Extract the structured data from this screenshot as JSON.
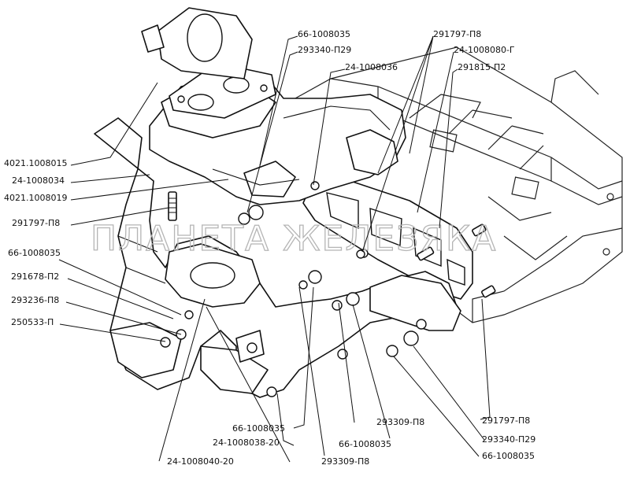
{
  "watermark": "ПЛАНЕТА ЖЕЛЕЗЯКА",
  "colors": {
    "line": "#111111",
    "background": "#ffffff",
    "watermark": "#b5b5b5"
  },
  "labels": [
    {
      "id": "l1",
      "text": "66-1008035"
    },
    {
      "id": "l2",
      "text": "291797-П8"
    },
    {
      "id": "l3",
      "text": "293340-П29"
    },
    {
      "id": "l4",
      "text": "24-1008080-Г"
    },
    {
      "id": "l5",
      "text": "24-1008036"
    },
    {
      "id": "l6",
      "text": "291815-П2"
    },
    {
      "id": "l7",
      "text": "4021.1008015"
    },
    {
      "id": "l8",
      "text": "24-1008034"
    },
    {
      "id": "l9",
      "text": "4021.1008019"
    },
    {
      "id": "l10",
      "text": "291797-П8"
    },
    {
      "id": "l11",
      "text": "66-1008035"
    },
    {
      "id": "l12",
      "text": "291678-П2"
    },
    {
      "id": "l13",
      "text": "293236-П8"
    },
    {
      "id": "l14",
      "text": "250533-П"
    },
    {
      "id": "l15",
      "text": "66-1008035"
    },
    {
      "id": "l16",
      "text": "24-1008038-20"
    },
    {
      "id": "l17",
      "text": "24-1008040-20"
    },
    {
      "id": "l18",
      "text": "293309-П8"
    },
    {
      "id": "l19",
      "text": "66-1008035"
    },
    {
      "id": "l20",
      "text": "293309-П8"
    },
    {
      "id": "l21",
      "text": "291797-П8"
    },
    {
      "id": "l22",
      "text": "293340-П29"
    },
    {
      "id": "l23",
      "text": "66-1008035"
    }
  ]
}
